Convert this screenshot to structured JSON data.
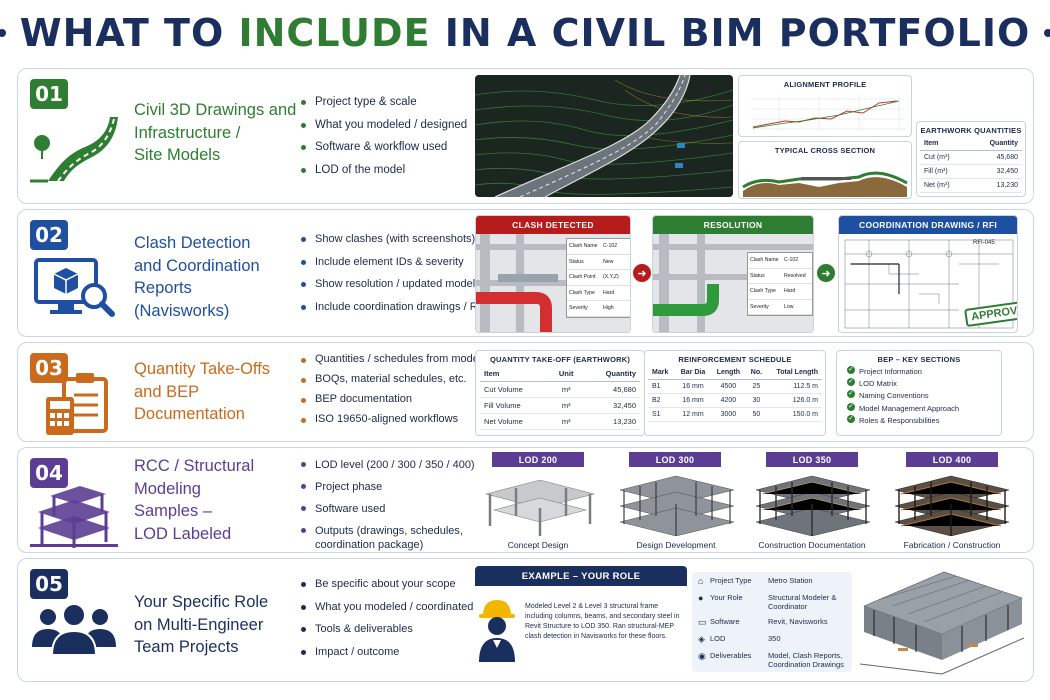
{
  "title": {
    "part1": "WHAT TO ",
    "part2": "INCLUDE",
    "part3": " IN A CIVIL BIM PORTFOLIO"
  },
  "colors": {
    "navy": "#1b2f5e",
    "green": "#2e7d32",
    "blue": "#1f4fa0",
    "orange": "#c96a1c",
    "purple": "#5b3e94",
    "red": "#b71c1c"
  },
  "rows": [
    {
      "number": "01",
      "icon": "road-icon",
      "title_lines": [
        "Civil 3D Drawings and",
        "Infrastructure /",
        "Site Models"
      ],
      "bullets": [
        "Project type & scale",
        "What you modeled / designed",
        "Software & workflow used",
        "LOD of the model"
      ],
      "panels": {
        "alignment_profile": "ALIGNMENT PROFILE",
        "cross_section": "TYPICAL CROSS SECTION",
        "earthwork": {
          "title": "EARTHWORK QUANTITIES",
          "headers": [
            "Item",
            "Quantity"
          ],
          "rows": [
            [
              "Cut (m³)",
              "45,680"
            ],
            [
              "Fill (m³)",
              "32,450"
            ],
            [
              "Net (m³)",
              "13,230"
            ]
          ]
        }
      }
    },
    {
      "number": "02",
      "icon": "monitor-cube-search-icon",
      "title_lines": [
        "Clash Detection",
        "and Coordination",
        "Reports",
        "(Navisworks)"
      ],
      "bullets": [
        "Show clashes (with screenshots)",
        "Include element IDs & severity",
        "Show resolution / updated model",
        "Include coordination drawings / RFIs"
      ],
      "panels": {
        "clash": {
          "header": "CLASH DETECTED",
          "fields": [
            [
              "Clash Name",
              "C-102"
            ],
            [
              "Status",
              "New"
            ],
            [
              "Clash Point",
              "(X,Y,Z)"
            ],
            [
              "Clash Type",
              "Hard"
            ],
            [
              "Severity",
              "High"
            ]
          ]
        },
        "resolution": {
          "header": "RESOLUTION",
          "fields": [
            [
              "Clash Name",
              "C-102"
            ],
            [
              "Status",
              "Resolved"
            ],
            [
              "Clash Type",
              "Hard"
            ],
            [
              "Severity",
              "Low"
            ]
          ]
        },
        "coordination": {
          "header": "COORDINATION DRAWING / RFI",
          "rfi": "RFI-045",
          "stamp": "APPROVED"
        }
      }
    },
    {
      "number": "03",
      "icon": "clipboard-calculator-icon",
      "title_lines": [
        "Quantity Take-Offs",
        "and BEP",
        "Documentation"
      ],
      "bullets": [
        "Quantities / schedules from model",
        "BOQs, material schedules, etc.",
        "BEP documentation",
        "ISO 19650-aligned workflows"
      ],
      "panels": {
        "takeoff": {
          "title": "QUANTITY TAKE-OFF (EARTHWORK)",
          "headers": [
            "Item",
            "Unit",
            "Quantity"
          ],
          "rows": [
            [
              "Cut Volume",
              "m³",
              "45,680"
            ],
            [
              "Fill Volume",
              "m³",
              "32,450"
            ],
            [
              "Net Volume",
              "m³",
              "13,230"
            ]
          ]
        },
        "reinforcement": {
          "title": "REINFORCEMENT SCHEDULE",
          "headers": [
            "Mark",
            "Bar Dia",
            "Length",
            "No.",
            "Total Length"
          ],
          "rows": [
            [
              "B1",
              "16 mm",
              "4500",
              "25",
              "112.5 m"
            ],
            [
              "B2",
              "16 mm",
              "4200",
              "30",
              "126.0 m"
            ],
            [
              "S1",
              "12 mm",
              "3000",
              "50",
              "150.0 m"
            ]
          ]
        },
        "bep": {
          "title": "BEP – KEY SECTIONS",
          "items": [
            "Project Information",
            "LOD Matrix",
            "Naming Conventions",
            "Model Management Approach",
            "Roles & Responsibilities"
          ]
        }
      }
    },
    {
      "number": "04",
      "icon": "structure-frame-icon",
      "title_lines": [
        "RCC / Structural",
        "Modeling",
        "Samples –",
        "LOD Labeled"
      ],
      "bullets": [
        "LOD level (200 / 300 / 350 / 400)",
        "Project phase",
        "Software used",
        "Outputs (drawings, schedules, coordination package)"
      ],
      "lods": [
        {
          "label": "LOD 200",
          "caption": "Concept Design"
        },
        {
          "label": "LOD 300",
          "caption": "Design Development"
        },
        {
          "label": "LOD 350",
          "caption": "Construction Documentation"
        },
        {
          "label": "LOD 400",
          "caption": "Fabrication / Construction"
        }
      ]
    },
    {
      "number": "05",
      "icon": "team-icon",
      "title_lines": [
        "Your Specific Role",
        "on Multi-Engineer",
        "Team Projects"
      ],
      "bullets": [
        "Be specific about your scope",
        "What you modeled / coordinated",
        "Tools & deliverables",
        "Impact / outcome"
      ],
      "example": {
        "header": "EXAMPLE – YOUR ROLE",
        "text": "Modeled Level 2 & Level 3 structural frame including columns, beams, and secondary steel in Revit Structure to LOD 350. Ran structural-MEP clash detection in Navisworks for these floors.",
        "fields": [
          {
            "icon": "building-icon",
            "key": "Project Type",
            "value": "Metro Station"
          },
          {
            "icon": "user-icon",
            "key": "Your Role",
            "value": "Structural Modeler & Coordinator"
          },
          {
            "icon": "laptop-icon",
            "key": "Software",
            "value": "Revit, Navisworks"
          },
          {
            "icon": "layers-icon",
            "key": "LOD",
            "value": "350"
          },
          {
            "icon": "globe-icon",
            "key": "Deliverables",
            "value": "Model, Clash Reports, Coordination Drawings"
          }
        ]
      }
    }
  ]
}
